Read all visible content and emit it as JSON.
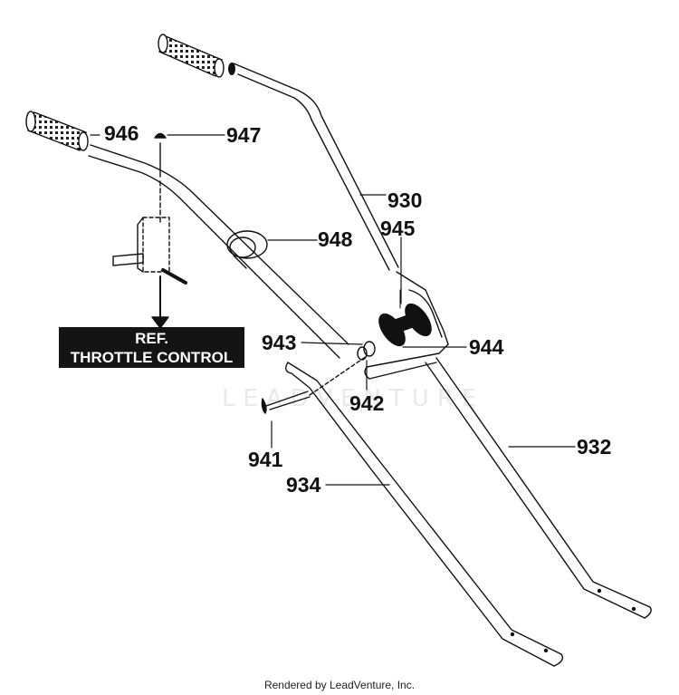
{
  "diagram": {
    "part_labels": {
      "p930": "930",
      "p932": "932",
      "p934": "934",
      "p941": "941",
      "p942": "942",
      "p943": "943",
      "p944": "944",
      "p945": "945",
      "p946": "946",
      "p947": "947",
      "p948": "948"
    },
    "reference_box": {
      "line1": "REF.",
      "line2": "THROTTLE CONTROL"
    },
    "watermark": "LEADVENTURE",
    "footer": "Rendered by LeadVenture, Inc."
  },
  "colors": {
    "ink": "#111111",
    "label_box": "#141414",
    "watermark": "#e9e9e9"
  }
}
